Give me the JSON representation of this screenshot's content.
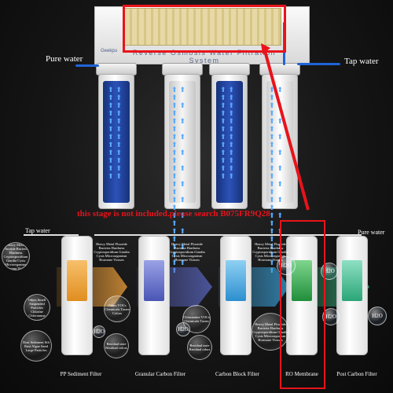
{
  "top_unit": {
    "stage_label": "Reverse Osmosis Water Filtration System",
    "brand_left": "Geekpu",
    "pure_water_label": "Pure water",
    "tap_water_label": "Tap water",
    "cartridge_colors": [
      "#1f3e96",
      "#ffffff",
      "#1f3e96",
      "#ffffff"
    ]
  },
  "notice": "this stage is not included.please search B075FR9Q28",
  "bottom": {
    "tap_water_label": "Tap water",
    "pure_water_label": "Pure water",
    "stages": [
      {
        "name": "PP Sediment Filter",
        "accent": "#f2a23a",
        "blurb": "Heavy Metal Fluoride Bacteria Hardness Cryptosporidium Giardia Cysts Microorganism Hormone Viruses"
      },
      {
        "name": "Granular Carbon Filter",
        "accent": "#5a66c2",
        "blurb": "Heavy Metal Fluoride Bacteria Hardness Cryptosporidium Giardia Cysts Microorganism Hormone Viruses"
      },
      {
        "name": "Carbon Block Filter",
        "accent": "#3aa0d8",
        "blurb": "Heavy Metal Fluoride Bacteria Hardness Cryptosporidium Giardia Cysts Microorganism Hormone Viruses"
      },
      {
        "name": "RO Membrane",
        "accent": "#2fa84a",
        "blurb": ""
      },
      {
        "name": "Post Carbon Filter",
        "accent": "#3ab98a",
        "blurb": ""
      }
    ],
    "bubbles": [
      {
        "text": "Odors Smell Suspended Particles Chlorine Chloramine"
      },
      {
        "text": "Dust Sediment Silt Rust Algae Sand Large Particles"
      },
      {
        "text": "Odors VOCs Chemicals Tastes Colors"
      },
      {
        "text": "Residual taste Residual colors"
      },
      {
        "text": "Chloramine VOCs Chemicals Tastes"
      },
      {
        "text": "Residual taste Residual odors"
      },
      {
        "text": "Heavy Metal Fluoride Bacteria Hardness Cryptosporidium Giardia Cysts Microorganism Hormone Viruses"
      }
    ],
    "h2o_label": "H2O"
  }
}
